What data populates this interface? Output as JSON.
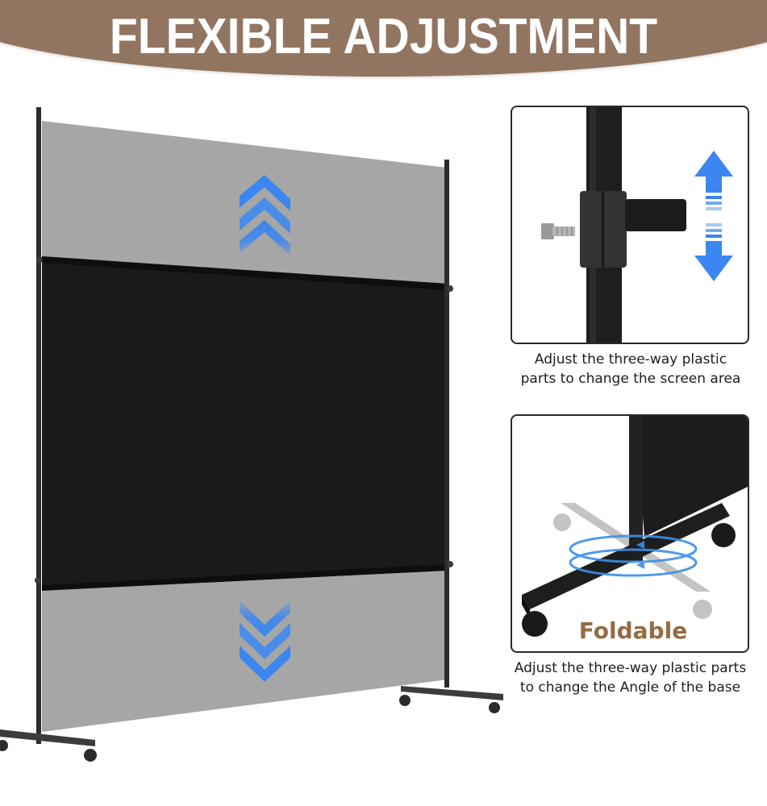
{
  "banner": {
    "title": "FLEXIBLE ADJUSTMENT",
    "background_color": "#927561",
    "text_color": "#ffffff"
  },
  "main_image": {
    "subject": "single-panel room divider with adjustable screen",
    "icons": [
      "chevron-up-triple-icon",
      "chevron-down-triple-icon"
    ],
    "arrow_color": "#3b86f0",
    "panel_color": "#1a1a1a",
    "extension_color": "#a6a6a6"
  },
  "details": [
    {
      "image": "three-way-connector-closeup",
      "icons": [
        "screw-icon",
        "up-down-arrow-icon"
      ],
      "caption_lines": [
        "Adjust the three-way plastic",
        "parts to change the screen area"
      ]
    },
    {
      "image": "foldable-base-closeup",
      "label": "Foldable",
      "label_color": "#946b43",
      "icons": [
        "rotate-arrow-icon"
      ],
      "caption_lines": [
        "Adjust the three-way plastic parts",
        "to change the Angle of the base"
      ]
    }
  ]
}
